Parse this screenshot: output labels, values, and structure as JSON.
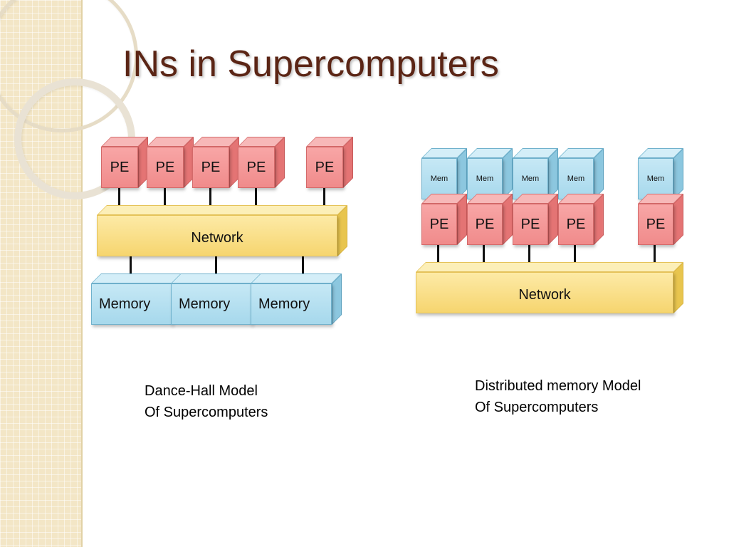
{
  "title": "INs in Supercomputers",
  "dance_hall": {
    "pe_labels": [
      "PE",
      "PE",
      "PE",
      "PE",
      "PE"
    ],
    "network_label": "Network",
    "memory_labels": [
      "Memory",
      "Memory",
      "Memory"
    ],
    "caption_line1": "Dance-Hall Model",
    "caption_line2": "Of Supercomputers"
  },
  "distributed": {
    "mem_labels": [
      "Mem",
      "Mem",
      "Mem",
      "Mem",
      "Mem"
    ],
    "pe_labels": [
      "PE",
      "PE",
      "PE",
      "PE",
      "PE"
    ],
    "network_label": "Network",
    "caption_line1": "Distributed memory Model",
    "caption_line2": "Of Supercomputers"
  },
  "colors": {
    "pe": "#f08b8b",
    "memory": "#a6d8ec",
    "network": "#f6d56f",
    "title": "#5b2515"
  }
}
